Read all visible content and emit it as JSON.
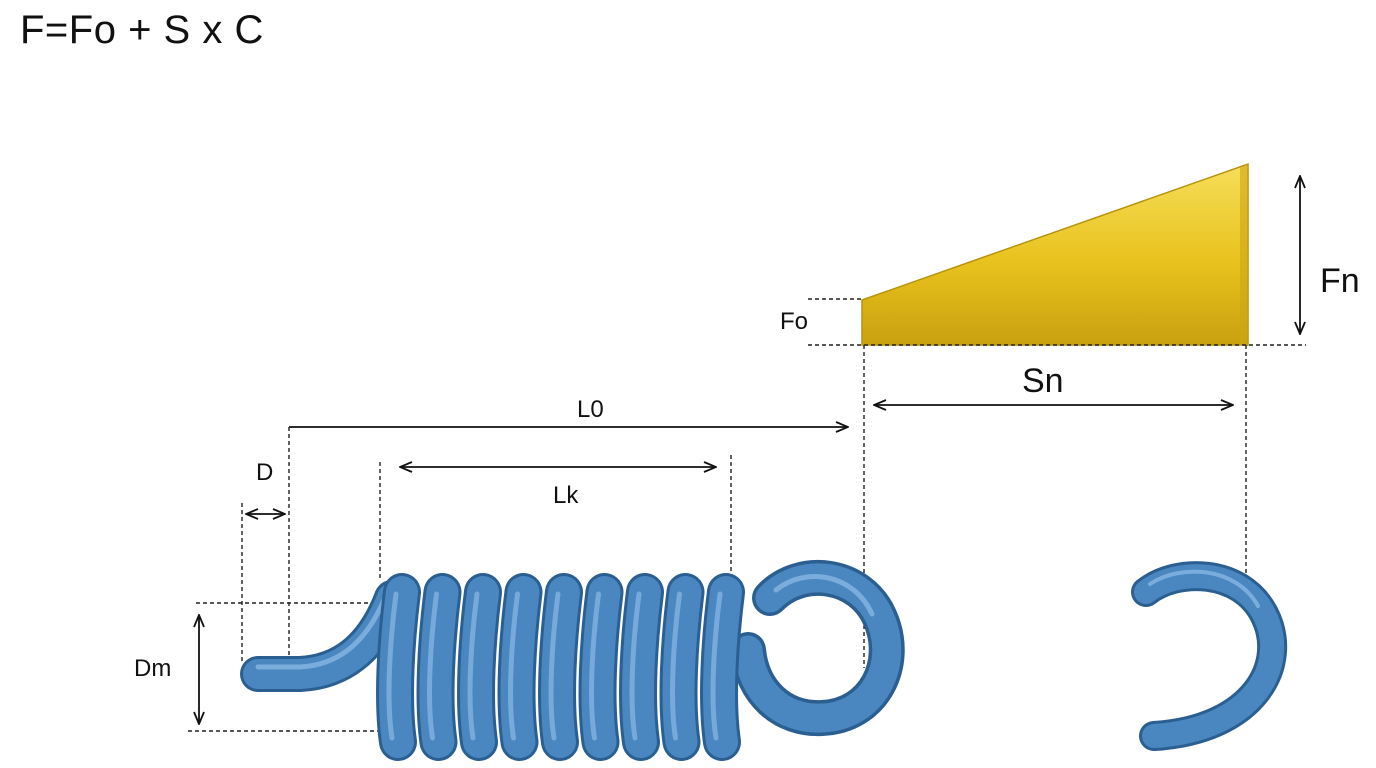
{
  "formula": "F=Fo + S x C",
  "labels": {
    "fo": "Fo",
    "fn": "Fn",
    "sn": "Sn",
    "l0": "L0",
    "lk": "Lk",
    "d": "D",
    "dm": "Dm"
  },
  "colors": {
    "spring": "#4a86c0",
    "spring_dark": "#2c5f91",
    "spring_light": "#7fb0de",
    "force_wedge": "#e8c21c",
    "force_wedge_dark": "#b8920c",
    "force_wedge_light": "#f6de5a"
  }
}
